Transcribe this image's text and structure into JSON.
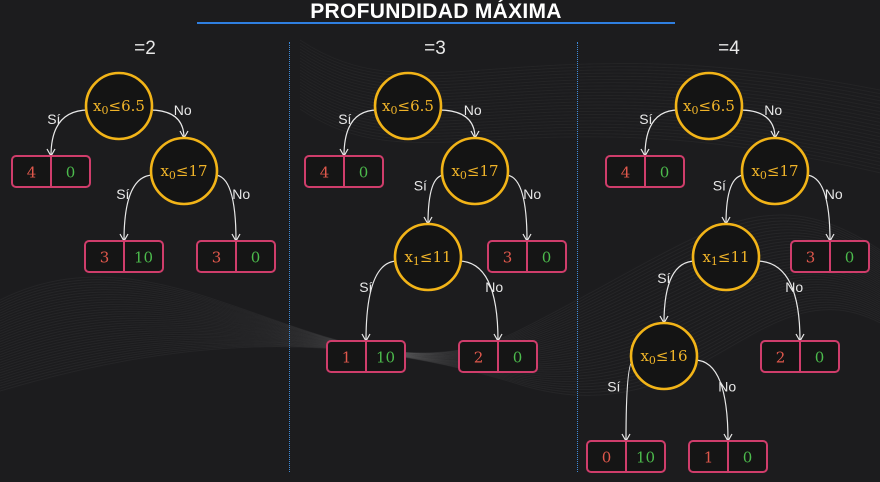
{
  "title": "PROFUNDIDAD MÁXIMA",
  "colors": {
    "accent": "#2f7fe0",
    "node": "#f2b418",
    "leaf_border": "#cf3d6b",
    "class0": "#e0584c",
    "class1": "#4cbb4c"
  },
  "columns": [
    {
      "label": "=2",
      "edges": [
        {
          "from": "n1",
          "to": "l1",
          "label": "Sí"
        },
        {
          "from": "n1",
          "to": "n2",
          "label": "No"
        },
        {
          "from": "n2",
          "to": "l2",
          "label": "Sí"
        },
        {
          "from": "n2",
          "to": "l3",
          "label": "No"
        }
      ],
      "nodes": [
        {
          "id": "n1",
          "var": "x",
          "sub": "0",
          "rel": "≤",
          "val": "6.5"
        },
        {
          "id": "n2",
          "var": "x",
          "sub": "0",
          "rel": "≤",
          "val": "17"
        }
      ],
      "leaves": [
        {
          "id": "l1",
          "left": "4",
          "right": "0"
        },
        {
          "id": "l2",
          "left": "3",
          "right": "10"
        },
        {
          "id": "l3",
          "left": "3",
          "right": "0"
        }
      ]
    },
    {
      "label": "=3",
      "edges": [
        {
          "from": "n1",
          "to": "l1",
          "label": "Sí"
        },
        {
          "from": "n1",
          "to": "n2",
          "label": "No"
        },
        {
          "from": "n2",
          "to": "n3",
          "label": "Sí"
        },
        {
          "from": "n2",
          "to": "l2",
          "label": "No"
        },
        {
          "from": "n3",
          "to": "l3",
          "label": "Sí"
        },
        {
          "from": "n3",
          "to": "l4",
          "label": "No"
        }
      ],
      "nodes": [
        {
          "id": "n1",
          "var": "x",
          "sub": "0",
          "rel": "≤",
          "val": "6.5"
        },
        {
          "id": "n2",
          "var": "x",
          "sub": "0",
          "rel": "≤",
          "val": "17"
        },
        {
          "id": "n3",
          "var": "x",
          "sub": "1",
          "rel": "≤",
          "val": "11"
        }
      ],
      "leaves": [
        {
          "id": "l1",
          "left": "4",
          "right": "0"
        },
        {
          "id": "l2",
          "left": "3",
          "right": "0"
        },
        {
          "id": "l3",
          "left": "1",
          "right": "10"
        },
        {
          "id": "l4",
          "left": "2",
          "right": "0"
        }
      ]
    },
    {
      "label": "=4",
      "edges": [
        {
          "from": "n1",
          "to": "l1",
          "label": "Sí"
        },
        {
          "from": "n1",
          "to": "n2",
          "label": "No"
        },
        {
          "from": "n2",
          "to": "n3",
          "label": "Sí"
        },
        {
          "from": "n2",
          "to": "l2",
          "label": "No"
        },
        {
          "from": "n3",
          "to": "n4",
          "label": "Sí"
        },
        {
          "from": "n3",
          "to": "l3",
          "label": "No"
        },
        {
          "from": "n4",
          "to": "l4",
          "label": "Sí"
        },
        {
          "from": "n4",
          "to": "l5",
          "label": "No"
        }
      ],
      "nodes": [
        {
          "id": "n1",
          "var": "x",
          "sub": "0",
          "rel": "≤",
          "val": "6.5"
        },
        {
          "id": "n2",
          "var": "x",
          "sub": "0",
          "rel": "≤",
          "val": "17"
        },
        {
          "id": "n3",
          "var": "x",
          "sub": "1",
          "rel": "≤",
          "val": "11"
        },
        {
          "id": "n4",
          "var": "x",
          "sub": "0",
          "rel": "≤",
          "val": "16"
        }
      ],
      "leaves": [
        {
          "id": "l1",
          "left": "4",
          "right": "0"
        },
        {
          "id": "l2",
          "left": "3",
          "right": "0"
        },
        {
          "id": "l3",
          "left": "2",
          "right": "0"
        },
        {
          "id": "l4",
          "left": "0",
          "right": "10"
        },
        {
          "id": "l5",
          "left": "1",
          "right": "0"
        }
      ]
    }
  ]
}
